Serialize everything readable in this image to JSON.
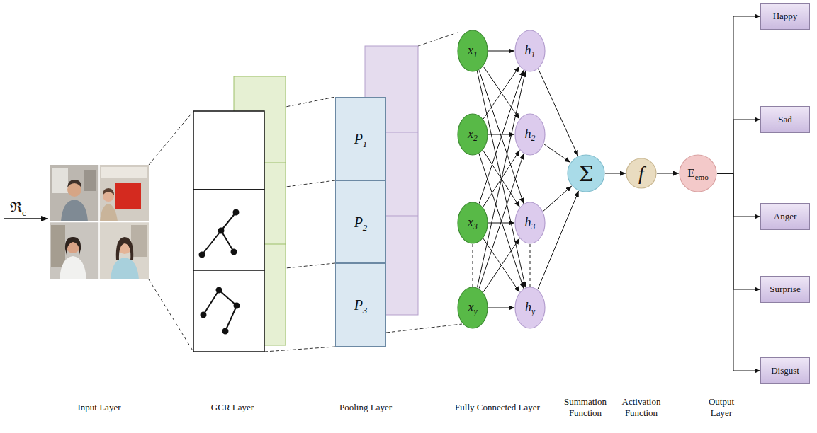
{
  "diagram": {
    "nodes": [
      {
        "text": [
          "P1"
        ]
      },
      {
        "text": [
          "P2"
        ]
      },
      {
        "text": [
          "P3"
        ]
      },
      {
        "text": [
          "x1"
        ]
      },
      {
        "text": [
          "x2"
        ]
      },
      {
        "text": [
          "x3"
        ]
      },
      {
        "text": [
          "xy"
        ]
      },
      {
        "text": [
          "h1"
        ]
      },
      {
        "text": [
          "h2"
        ]
      },
      {
        "text": [
          "h3"
        ]
      },
      {
        "text": [
          "hy"
        ]
      },
      {
        "text": [
          "Σ"
        ]
      },
      {
        "text": [
          "f"
        ]
      },
      {
        "text": [
          "Eemo"
        ]
      },
      {
        "text": [
          "Happy"
        ]
      },
      {
        "text": [
          "Sad"
        ]
      },
      {
        "text": [
          "Anger"
        ]
      },
      {
        "text": [
          "Surprise"
        ]
      },
      {
        "text": [
          "Disgust"
        ]
      }
    ],
    "edges": [
      {
        "from": 3,
        "to": 7,
        "arrow": "to"
      },
      {
        "from": 3,
        "to": 8,
        "arrow": "to"
      },
      {
        "from": 3,
        "to": 9,
        "arrow": "to"
      },
      {
        "from": 3,
        "to": 10,
        "arrow": "to"
      },
      {
        "from": 4,
        "to": 7,
        "arrow": "to"
      },
      {
        "from": 4,
        "to": 8,
        "arrow": "to"
      },
      {
        "from": 4,
        "to": 9,
        "arrow": "to"
      },
      {
        "from": 4,
        "to": 10,
        "arrow": "to"
      },
      {
        "from": 5,
        "to": 7,
        "arrow": "to"
      },
      {
        "from": 5,
        "to": 8,
        "arrow": "to"
      },
      {
        "from": 5,
        "to": 9,
        "arrow": "to"
      },
      {
        "from": 5,
        "to": 10,
        "arrow": "to"
      },
      {
        "from": 6,
        "to": 7,
        "arrow": "to"
      },
      {
        "from": 6,
        "to": 8,
        "arrow": "to"
      },
      {
        "from": 6,
        "to": 9,
        "arrow": "to"
      },
      {
        "from": 6,
        "to": 10,
        "arrow": "to"
      },
      {
        "from": 5,
        "to": 6,
        "arrow": "none"
      },
      {
        "from": 9,
        "to": 10,
        "arrow": "none"
      },
      {
        "from": 7,
        "to": 11,
        "arrow": "to"
      },
      {
        "from": 8,
        "to": 11,
        "arrow": "to"
      },
      {
        "from": 9,
        "to": 11,
        "arrow": "to"
      },
      {
        "from": 10,
        "to": 11,
        "arrow": "to"
      },
      {
        "from": 11,
        "to": 12,
        "arrow": "to"
      },
      {
        "from": 12,
        "to": 13,
        "arrow": "to"
      },
      {
        "from": 13,
        "to": 14,
        "arrow": "to"
      },
      {
        "from": 13,
        "to": 15,
        "arrow": "to"
      },
      {
        "from": 13,
        "to": 16,
        "arrow": "to"
      },
      {
        "from": 13,
        "to": 17,
        "arrow": "to"
      },
      {
        "from": 13,
        "to": 18,
        "arrow": "to"
      }
    ],
    "labels": [
      "ℜc",
      "Input Layer",
      "GCR Layer",
      "Pooling Layer",
      "Fully Connected Layer",
      "Summation Function",
      "Activation Function",
      "Output Layer"
    ]
  }
}
